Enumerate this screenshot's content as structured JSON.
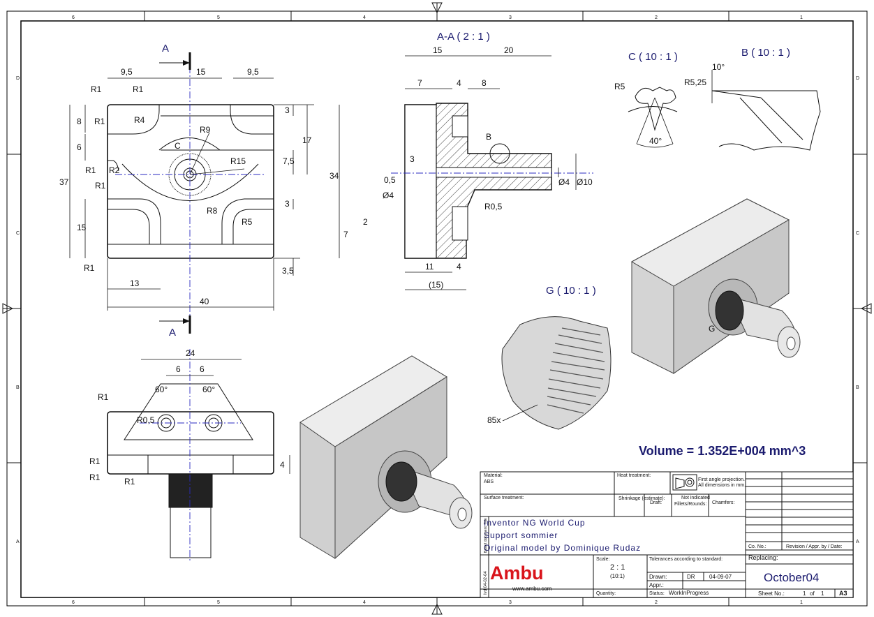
{
  "zones": {
    "columns": [
      "6",
      "5",
      "4",
      "3",
      "2",
      "1"
    ],
    "rows": [
      "D",
      "C",
      "B",
      "A"
    ]
  },
  "views": {
    "section_label": "A-A ( 2 : 1 )",
    "detail_c": "C ( 10 : 1 )",
    "detail_b": "B ( 10 : 1 )",
    "detail_g": "G ( 10 : 1 )",
    "cut_mark": "A",
    "label_c": "C",
    "label_b": "B",
    "label_g": "G"
  },
  "dims_front": [
    "9,5",
    "15",
    "9,5",
    "R1",
    "R1",
    "R4",
    "8",
    "R1",
    "6",
    "R9",
    "R15",
    "R1",
    "R2",
    "R1",
    "37",
    "3",
    "17",
    "7,5",
    "3",
    "15",
    "R8",
    "R5",
    "R1",
    "3,5",
    "13",
    "40"
  ],
  "dims_section": [
    "15",
    "20",
    "7",
    "4",
    "8",
    "3",
    "0,5",
    "Ø4",
    "2",
    "7",
    "34",
    "Ø4",
    "Ø10",
    "R0,5",
    "11",
    "4",
    "(15)"
  ],
  "dims_detail": [
    "R5",
    "R5,25",
    "40°",
    "10°",
    "85x"
  ],
  "dims_bottom": [
    "24",
    "6",
    "6",
    "60°",
    "60°",
    "R1",
    "R0,5",
    "R1",
    "R1",
    "R1",
    "4"
  ],
  "volume": "Volume = 1.352E+004 mm^3",
  "title_block": {
    "material_label": "Material:",
    "material": "ABS",
    "heat_label": "Heat treatment:",
    "projection_note": "First angle projection.",
    "units_note": "All dimensions in mm.",
    "surface_label": "Surface treatment:",
    "shrinkage_label": "Shrinkage (estimate):",
    "draft_label": "Draft:",
    "not_indicated": "Not indicated",
    "fillets_label": "Fillets/Rounds:",
    "chamfers_label": "Chamfers:",
    "line1": "Inventor NG World Cup",
    "line2": "Support sommier",
    "line3": "Original model by Dominique Rudaz",
    "co_no": "Co. No.:",
    "revision": "Revision / Appr. by / Date:",
    "replacing": "Replacing:",
    "brand": "Ambu",
    "website": "www.ambu.com",
    "scale_label": "Scale:",
    "scale": "2 : 1",
    "scale2": "(10:1)",
    "tolerances": "Tolerances according to standard:",
    "drawn_label": "Drawn:",
    "drawn_by": "DR",
    "drawn_date": "04-09-07",
    "appr_label": "Appr.:",
    "doc_name": "October04",
    "quantity_label": "Quantity:",
    "status_label": "Status:",
    "status": "WorkInProgress",
    "sheet_label": "Sheet No.:",
    "sheet": "1",
    "of": "of",
    "sheet_total": "1",
    "size": "A3",
    "side_note": "Ivd 04-02-04",
    "side_note2": "Basert dokument: Title"
  }
}
